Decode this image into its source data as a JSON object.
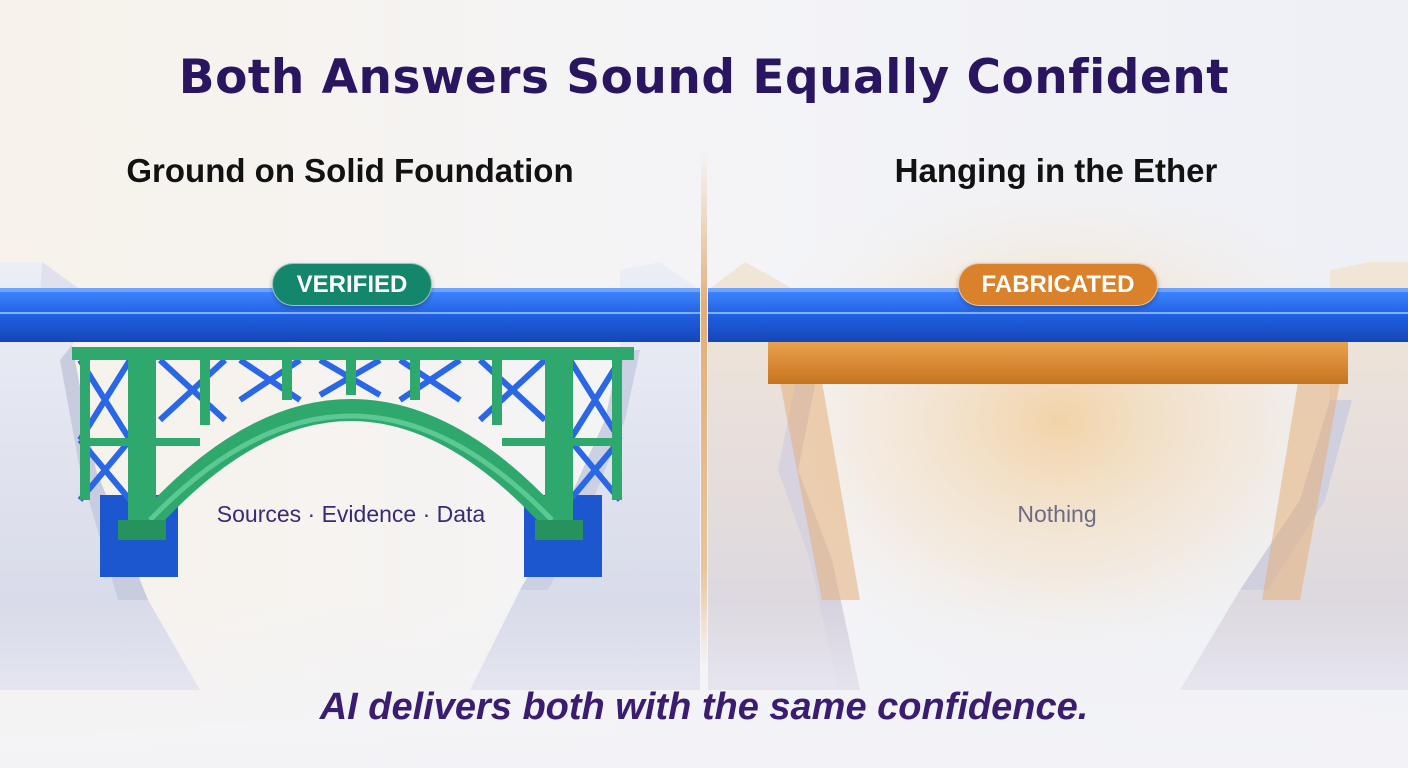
{
  "title": "Both Answers Sound Equally Confident",
  "left_panel": {
    "heading": "Ground on Solid Foundation",
    "badge": "VERIFIED",
    "under_label": "Sources · Evidence · Data"
  },
  "right_panel": {
    "heading": "Hanging in the Ether",
    "badge": "FABRICATED",
    "under_label": "Nothing"
  },
  "caption": "AI delivers both with the same confidence.",
  "colors": {
    "title": "#2a1560",
    "caption": "#3a1c71",
    "deck": "#1f5fe0",
    "truss": "#2fa86e",
    "verified": "#14866b",
    "fabricated": "#d9822b",
    "under_left": "#3a2a73",
    "under_right": "#6e6c85"
  }
}
